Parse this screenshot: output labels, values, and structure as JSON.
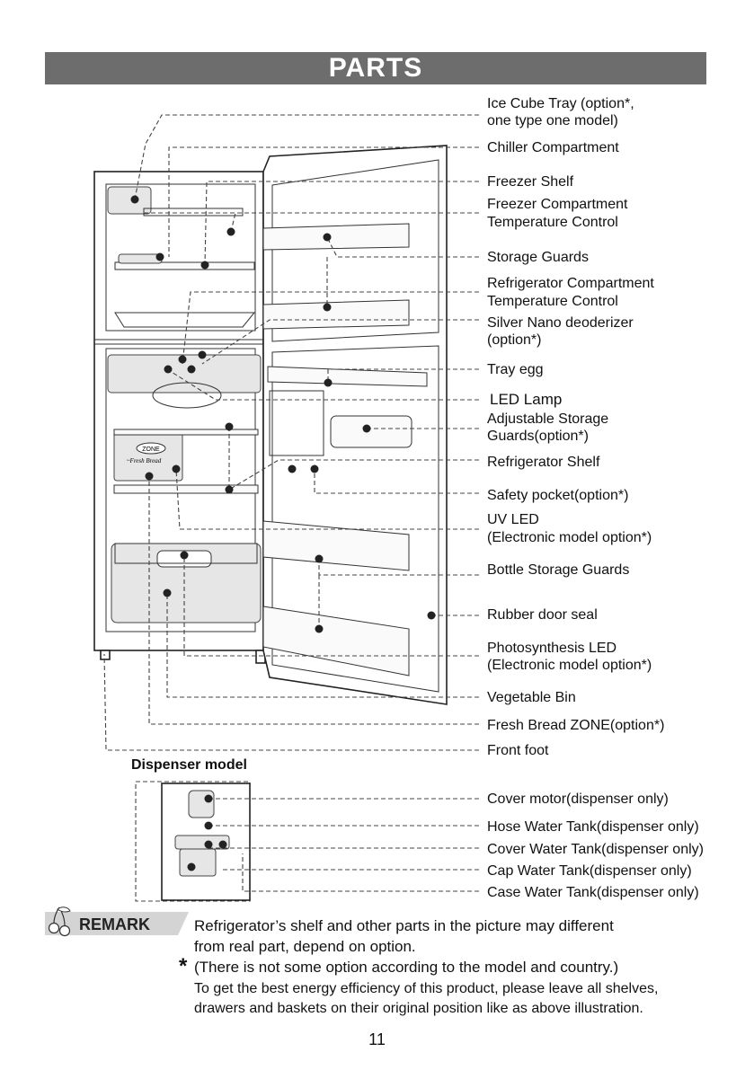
{
  "header": {
    "title": "PARTS"
  },
  "labels": {
    "ice_cube_tray_1": "Ice Cube Tray (option*,",
    "ice_cube_tray_2": "one type one model)",
    "chiller_compartment": "Chiller Compartment",
    "freezer_shelf": "Freezer Shelf",
    "freezer_temp_1": "Freezer Compartment",
    "freezer_temp_2": "Temperature Control",
    "storage_guards": "Storage Guards",
    "fridge_temp_1": "Refrigerator Compartment",
    "fridge_temp_2": "Temperature Control",
    "silver_nano_1": "Silver Nano deoderizer",
    "silver_nano_2": "(option*)",
    "tray_egg": "Tray egg",
    "led_lamp": "LED Lamp",
    "adjustable_1": "Adjustable Storage",
    "adjustable_2": "Guards(option*)",
    "refrigerator_shelf": "Refrigerator Shelf",
    "safety_pocket": "Safety pocket(option*)",
    "uv_led_1": "UV LED",
    "uv_led_2": "(Electronic model option*)",
    "bottle_storage": "Bottle Storage Guards",
    "rubber_seal": "Rubber door seal",
    "photosynthesis_1": "Photosynthesis LED",
    "photosynthesis_2": "(Electronic model option*)",
    "vegetable_bin": "Vegetable Bin",
    "fresh_bread": "Fresh Bread ZONE(option*)",
    "front_foot": "Front foot"
  },
  "dispenser": {
    "title": "Dispenser model",
    "cover_motor": "Cover motor(dispenser only)",
    "hose_tank": "Hose Water Tank(dispenser only)",
    "cover_tank": "Cover Water Tank(dispenser only)",
    "cap_tank": "Cap Water Tank(dispenser only)",
    "case_tank": "Case Water Tank(dispenser only)"
  },
  "illustration_text": {
    "zone_badge": "ZONE",
    "fresh_bread_tag": "~Fresh Bread"
  },
  "remark": {
    "label": "REMARK",
    "line1": "Refrigerator’s shelf and other parts  in the picture may different",
    "line2": "from real part, depend on option.",
    "star": "*",
    "line3": "(There is not some option according to the model and country.)",
    "line4": "To get the best energy efficiency of this product, please leave all shelves,",
    "line5": "drawers and baskets on their original position like as above illustration."
  },
  "page_number": "11"
}
